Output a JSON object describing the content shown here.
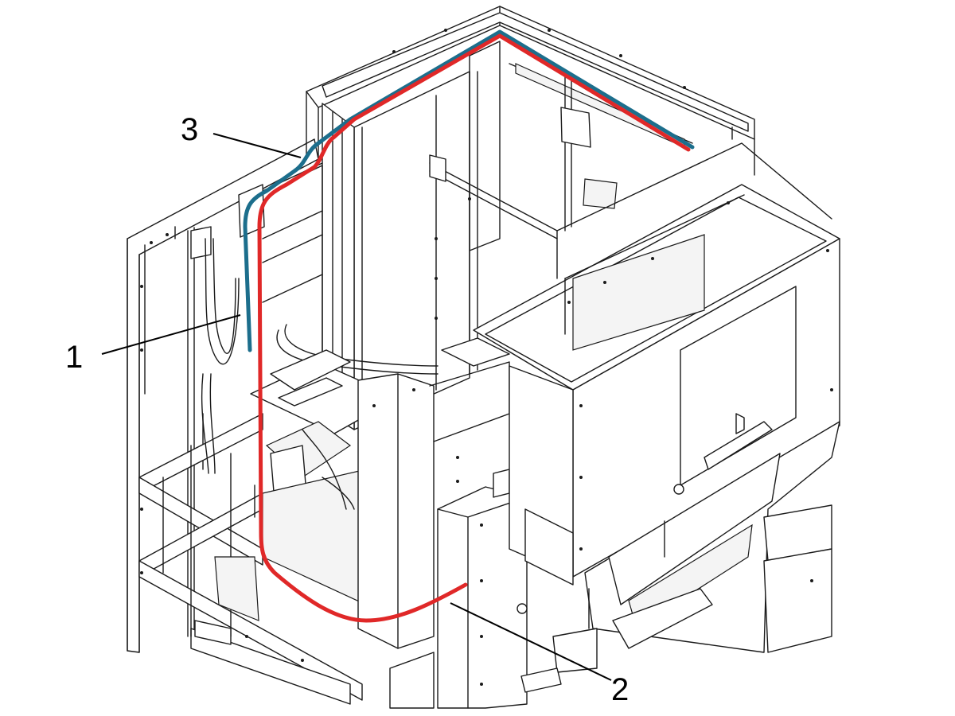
{
  "callouts": [
    {
      "id": "1",
      "label": "1"
    },
    {
      "id": "2",
      "label": "2"
    },
    {
      "id": "3",
      "label": "3"
    }
  ],
  "cables": {
    "red": {
      "color": "#e02828"
    },
    "blue": {
      "color": "#1c6e8c"
    }
  },
  "line_color": "#1a1a1a"
}
